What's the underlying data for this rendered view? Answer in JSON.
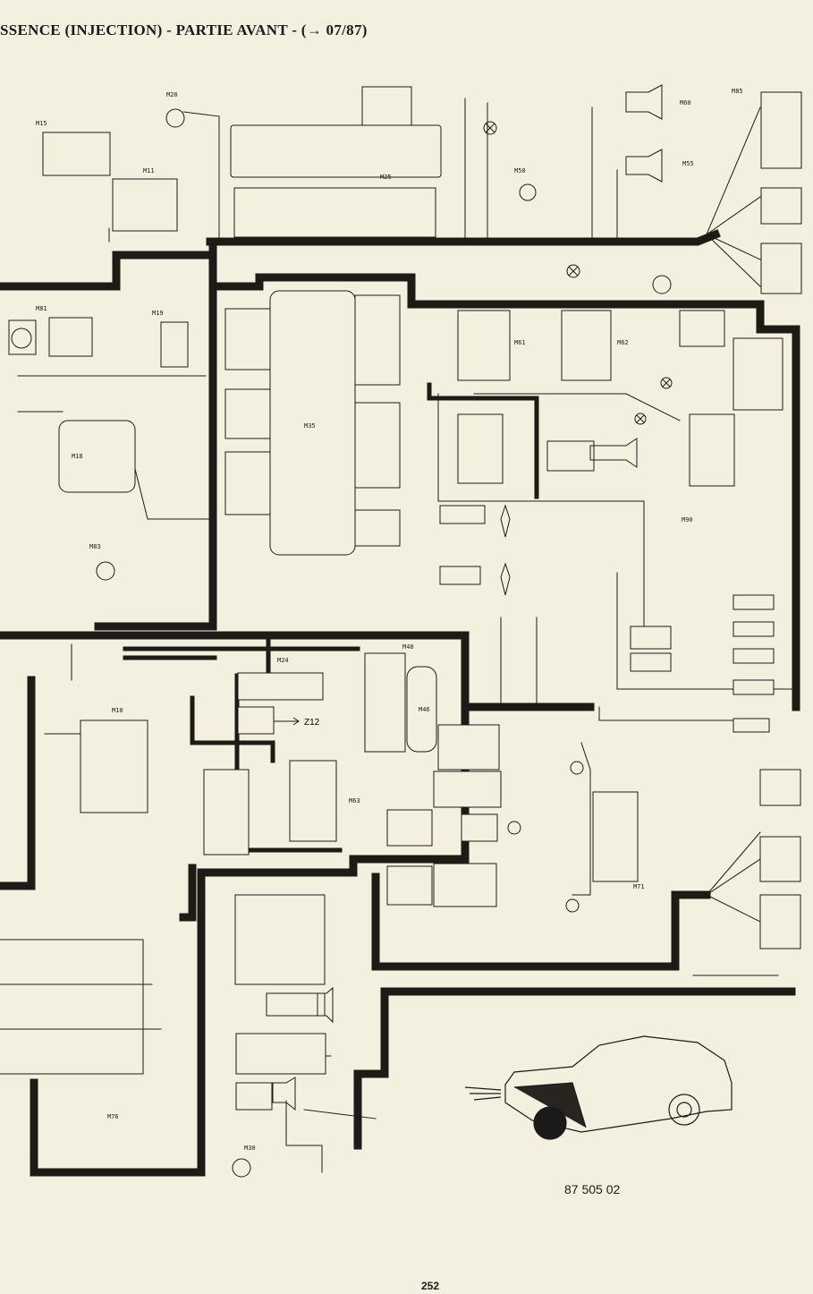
{
  "title": "SSENCE (INJECTION) - PARTIE AVANT - (→ 07/87)",
  "reference": "87 505 02",
  "page_number": "252",
  "colors": {
    "paper": "#f4f0df",
    "ink": "#1a1a1a",
    "harness": "#1e1a16"
  },
  "arrow_label": "Z12",
  "connectors": [
    {
      "id": "M20",
      "label": "M20"
    },
    {
      "id": "M15",
      "label": "M15"
    },
    {
      "id": "M11",
      "label": "M11"
    },
    {
      "id": "M25",
      "label": "M25"
    },
    {
      "id": "M35",
      "label": "M35"
    },
    {
      "id": "M60",
      "label": "M60"
    },
    {
      "id": "M55",
      "label": "M55"
    },
    {
      "id": "M50",
      "label": "M50"
    },
    {
      "id": "M18",
      "label": "M18"
    },
    {
      "id": "M19",
      "label": "M19"
    },
    {
      "id": "M81",
      "label": "M81"
    },
    {
      "id": "M83",
      "label": "M83"
    },
    {
      "id": "M61",
      "label": "M61"
    },
    {
      "id": "M62",
      "label": "M62"
    },
    {
      "id": "M85",
      "label": "M85"
    },
    {
      "id": "M24",
      "label": "M24"
    },
    {
      "id": "M10",
      "label": "M10"
    },
    {
      "id": "M40",
      "label": "M40"
    },
    {
      "id": "M46",
      "label": "M46"
    },
    {
      "id": "M76",
      "label": "M76"
    },
    {
      "id": "M63",
      "label": "M63"
    },
    {
      "id": "M71",
      "label": "M71"
    },
    {
      "id": "M90",
      "label": "M90"
    },
    {
      "id": "M30",
      "label": "M30"
    }
  ]
}
